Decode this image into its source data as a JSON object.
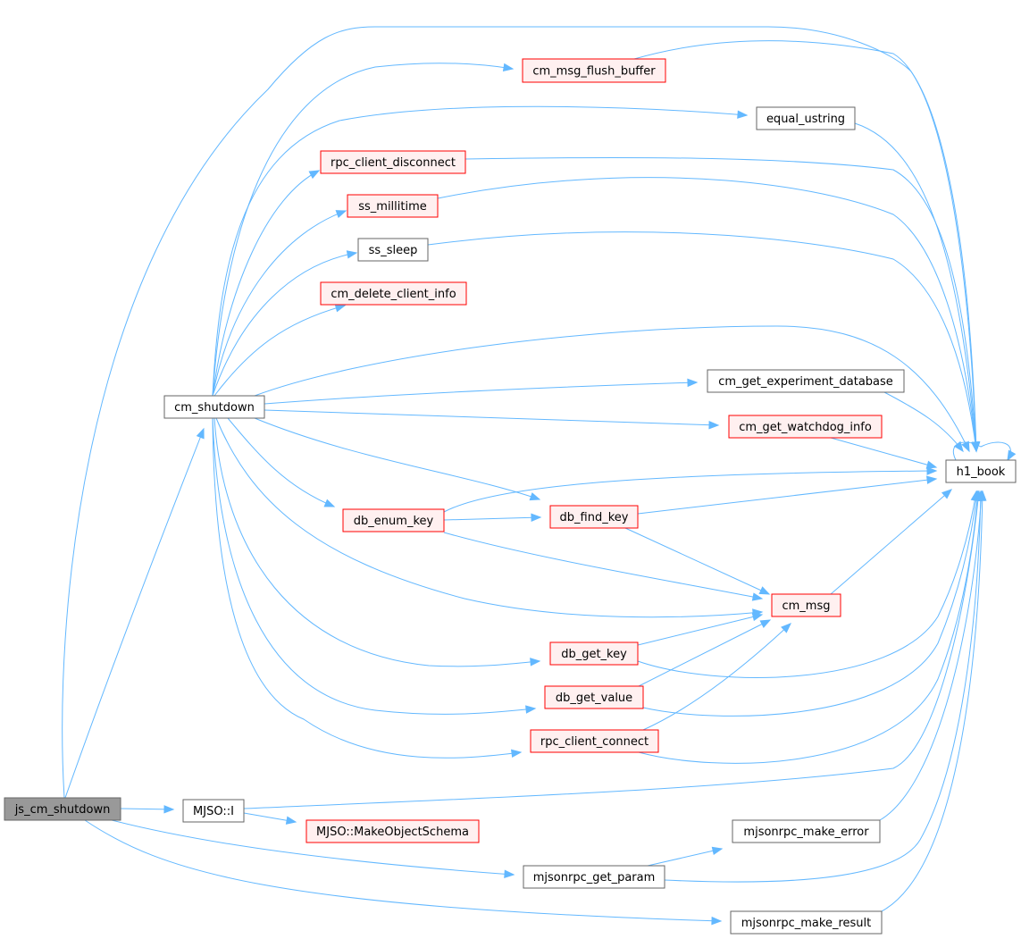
{
  "colors": {
    "edge": "#63b8ff",
    "root_fill": "#999999",
    "normal_fill": "#ffffff",
    "normal_stroke": "#666666",
    "truncated_fill": "#fff0f0",
    "truncated_stroke": "#ff0000"
  },
  "nodes": {
    "js_cm_shutdown": {
      "label": "js_cm_shutdown",
      "style": "root"
    },
    "cm_shutdown": {
      "label": "cm_shutdown",
      "style": "normal"
    },
    "mjso_i": {
      "label": "MJSO::I",
      "style": "normal"
    },
    "mjso_makeobjectschema": {
      "label": "MJSO::MakeObjectSchema",
      "style": "truncated"
    },
    "mjsonrpc_get_param": {
      "label": "mjsonrpc_get_param",
      "style": "normal"
    },
    "mjsonrpc_make_error": {
      "label": "mjsonrpc_make_error",
      "style": "normal"
    },
    "mjsonrpc_make_result": {
      "label": "mjsonrpc_make_result",
      "style": "normal"
    },
    "cm_msg_flush_buffer": {
      "label": "cm_msg_flush_buffer",
      "style": "truncated"
    },
    "equal_ustring": {
      "label": "equal_ustring",
      "style": "normal"
    },
    "rpc_client_disconnect": {
      "label": "rpc_client_disconnect",
      "style": "truncated"
    },
    "ss_millitime": {
      "label": "ss_millitime",
      "style": "truncated"
    },
    "ss_sleep": {
      "label": "ss_sleep",
      "style": "normal"
    },
    "cm_delete_client_info": {
      "label": "cm_delete_client_info",
      "style": "truncated"
    },
    "cm_get_experiment_database": {
      "label": "cm_get_experiment_database",
      "style": "normal"
    },
    "cm_get_watchdog_info": {
      "label": "cm_get_watchdog_info",
      "style": "truncated"
    },
    "db_enum_key": {
      "label": "db_enum_key",
      "style": "truncated"
    },
    "db_find_key": {
      "label": "db_find_key",
      "style": "truncated"
    },
    "cm_msg": {
      "label": "cm_msg",
      "style": "truncated"
    },
    "db_get_key": {
      "label": "db_get_key",
      "style": "truncated"
    },
    "db_get_value": {
      "label": "db_get_value",
      "style": "truncated"
    },
    "rpc_client_connect": {
      "label": "rpc_client_connect",
      "style": "truncated"
    },
    "h1_book": {
      "label": "h1_book",
      "style": "normal"
    }
  },
  "edges": [
    [
      "js_cm_shutdown",
      "cm_shutdown"
    ],
    [
      "js_cm_shutdown",
      "h1_book"
    ],
    [
      "js_cm_shutdown",
      "mjso_i"
    ],
    [
      "js_cm_shutdown",
      "mjsonrpc_get_param"
    ],
    [
      "js_cm_shutdown",
      "mjsonrpc_make_result"
    ],
    [
      "cm_shutdown",
      "cm_msg_flush_buffer"
    ],
    [
      "cm_shutdown",
      "equal_ustring"
    ],
    [
      "cm_shutdown",
      "rpc_client_disconnect"
    ],
    [
      "cm_shutdown",
      "ss_millitime"
    ],
    [
      "cm_shutdown",
      "ss_sleep"
    ],
    [
      "cm_shutdown",
      "cm_delete_client_info"
    ],
    [
      "cm_shutdown",
      "h1_book"
    ],
    [
      "cm_shutdown",
      "cm_get_experiment_database"
    ],
    [
      "cm_shutdown",
      "cm_get_watchdog_info"
    ],
    [
      "cm_shutdown",
      "db_find_key"
    ],
    [
      "cm_shutdown",
      "db_enum_key"
    ],
    [
      "cm_shutdown",
      "cm_msg"
    ],
    [
      "cm_shutdown",
      "db_get_key"
    ],
    [
      "cm_shutdown",
      "db_get_value"
    ],
    [
      "cm_shutdown",
      "rpc_client_connect"
    ],
    [
      "cm_msg_flush_buffer",
      "h1_book"
    ],
    [
      "equal_ustring",
      "h1_book"
    ],
    [
      "rpc_client_disconnect",
      "h1_book"
    ],
    [
      "ss_millitime",
      "h1_book"
    ],
    [
      "ss_sleep",
      "h1_book"
    ],
    [
      "cm_get_experiment_database",
      "h1_book"
    ],
    [
      "cm_get_watchdog_info",
      "h1_book"
    ],
    [
      "db_enum_key",
      "h1_book"
    ],
    [
      "db_enum_key",
      "db_find_key"
    ],
    [
      "db_enum_key",
      "cm_msg"
    ],
    [
      "db_find_key",
      "h1_book"
    ],
    [
      "db_find_key",
      "cm_msg"
    ],
    [
      "cm_msg",
      "h1_book"
    ],
    [
      "db_get_key",
      "cm_msg"
    ],
    [
      "db_get_key",
      "h1_book"
    ],
    [
      "db_get_value",
      "cm_msg"
    ],
    [
      "db_get_value",
      "h1_book"
    ],
    [
      "rpc_client_connect",
      "cm_msg"
    ],
    [
      "rpc_client_connect",
      "h1_book"
    ],
    [
      "mjso_i",
      "h1_book"
    ],
    [
      "mjso_i",
      "mjso_makeobjectschema"
    ],
    [
      "mjsonrpc_get_param",
      "mjsonrpc_make_error"
    ],
    [
      "mjsonrpc_get_param",
      "h1_book"
    ],
    [
      "mjsonrpc_make_error",
      "h1_book"
    ],
    [
      "mjsonrpc_make_result",
      "h1_book"
    ],
    [
      "h1_book",
      "h1_book"
    ]
  ]
}
